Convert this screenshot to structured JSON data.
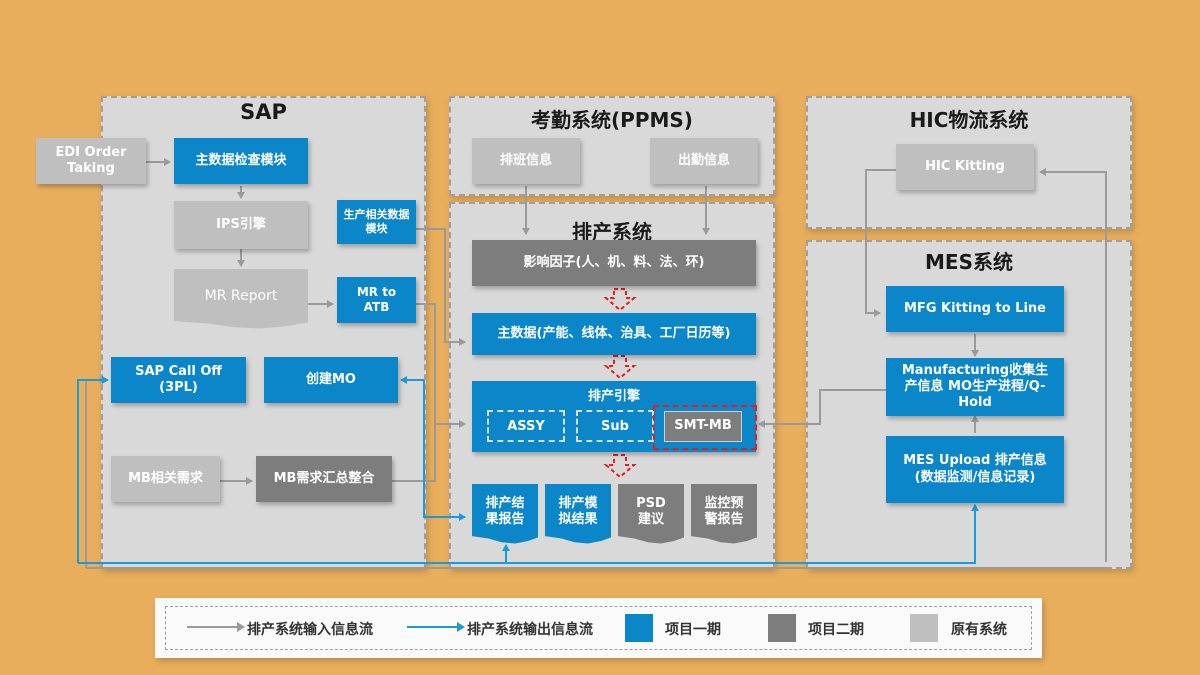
{
  "panels": {
    "sap": "SAP",
    "ppms": "考勤系统(PPMS)",
    "hic": "HIC物流系统",
    "scheduling": "排产系统",
    "mes": "MES系统"
  },
  "sap": {
    "edi": "EDI  Order Taking",
    "master_check": "主数据检查模块",
    "ips": "IPS引擎",
    "mr_report": "MR Report",
    "prod_data": "生产相关数据模块",
    "mr_atb": "MR to ATB",
    "call_off": "SAP Call Off (3PL)",
    "create_mo": "创建MO",
    "mb_demand": "MB相关需求",
    "mb_summary": "MB需求汇总整合"
  },
  "ppms": {
    "shift": "排班信息",
    "attendance": "出勤信息"
  },
  "hic": {
    "kitting": "HIC Kitting"
  },
  "scheduling": {
    "factors": "影响因子(人、机、料、法、环)",
    "master": "主数据(产能、线体、治具、工厂日历等)",
    "engine": "排产引擎",
    "assy": "ASSY",
    "sub": "Sub",
    "smt": "SMT-MB",
    "out1": "排产结果报告",
    "out2": "排产模拟结果",
    "out3": "PSD建议",
    "out4": "监控预警报告"
  },
  "mes": {
    "mfg_kitting": "MFG Kitting to Line",
    "manufacturing": "Manufacturing收集生产信息 MO生产进程/Q-Hold",
    "upload": "MES Upload 排产信息 (数据监测/信息记录)"
  },
  "legend": {
    "input_flow": "排产系统输入信息流",
    "output_flow": "排产系统输出信息流",
    "phase1": "项目一期",
    "phase2": "项目二期",
    "existing": "原有系统"
  },
  "colors": {
    "background": "#e8ae5c",
    "blue": "#0b86c8",
    "dark_gray": "#7d7d7d",
    "light_gray": "#bfbfbf",
    "input_arrow": "#9a9a9a",
    "output_arrow": "#1a9ad6",
    "highlight": "#e02020"
  }
}
